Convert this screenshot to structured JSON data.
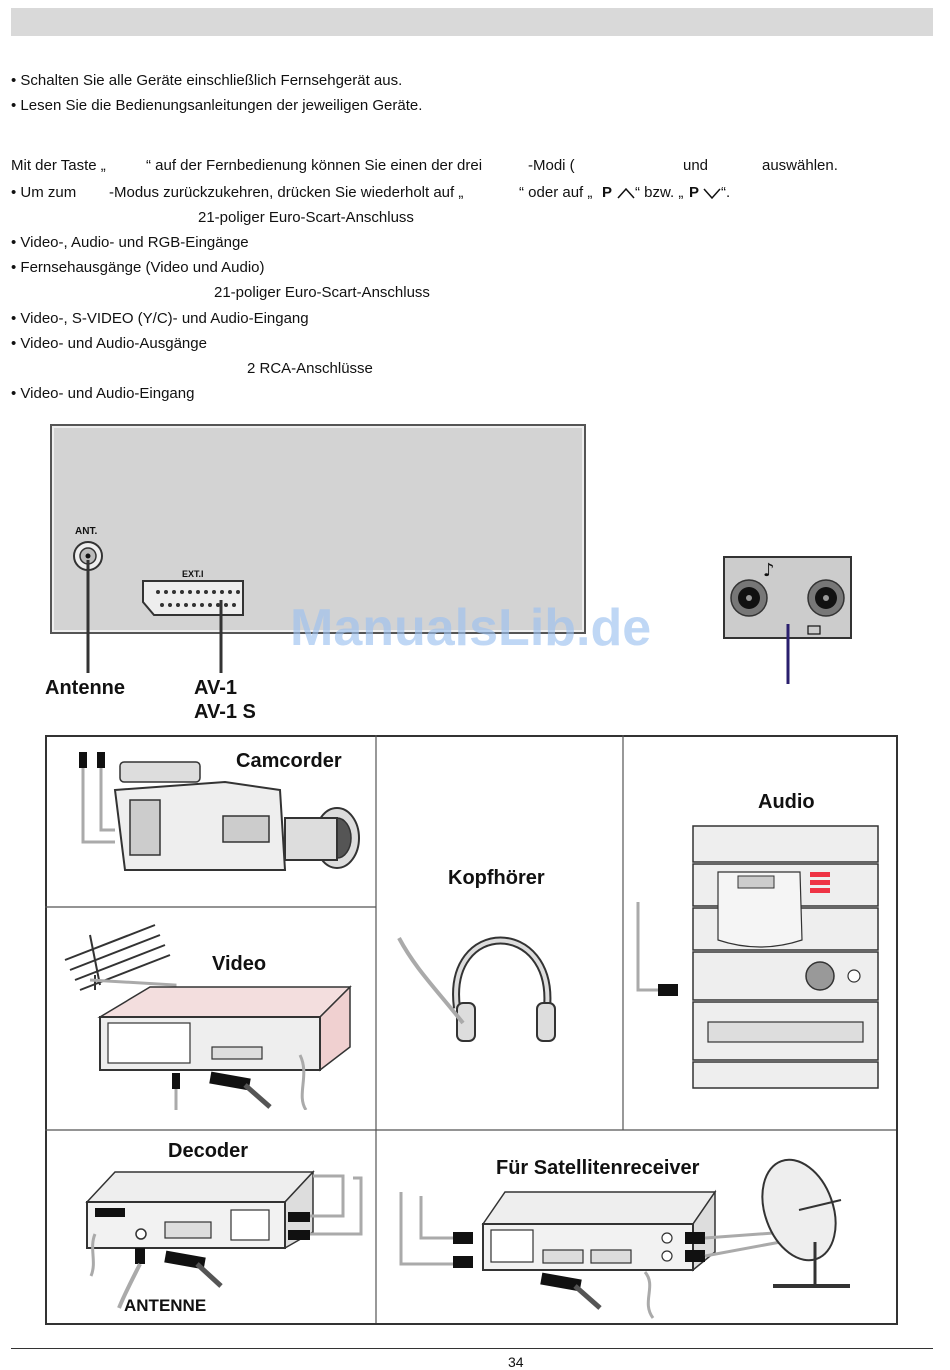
{
  "intro": {
    "line1": "• Schalten Sie alle Geräte einschließlich Fernsehgerät aus.",
    "line2": "• Lesen Sie die Bedienungsanleitungen der jeweiligen Geräte."
  },
  "av_modes": {
    "a1": "Mit der Taste „",
    "a2": "“ auf der Fernbedienung können Sie einen der drei",
    "a3": "-Modi (",
    "a4": "und",
    "a5": "auswählen.",
    "b1": "• Um zum",
    "b2": "-Modus zurückzukehren, drücken Sie wiederholt auf „",
    "b3": "“ oder auf „",
    "b4": "“ bzw. „",
    "b5": "“.",
    "p_symbol": "P"
  },
  "connectors": [
    {
      "heading": "21-poliger Euro-Scart-Anschluss",
      "items": [
        "• Video-, Audio- und RGB-Eingänge",
        "• Fernsehausgänge (Video und Audio)"
      ]
    },
    {
      "heading": "21-poliger Euro-Scart-Anschluss",
      "items": [
        "• Video-, S-VIDEO (Y/C)- und Audio-Eingang",
        "• Video- und Audio-Ausgänge"
      ]
    },
    {
      "heading": "2 RCA-Anschlüsse",
      "items": [
        "• Video- und Audio-Eingang"
      ]
    }
  ],
  "rear_panel": {
    "ant_label": "ANT.",
    "ext_label": "EXT.I",
    "antenne": "Antenne",
    "av1": "AV-1",
    "av1s": "AV-1 S"
  },
  "watermark": "ManualsLib.de",
  "devices": {
    "camcorder": "Camcorder",
    "video": "Video",
    "kopfhoerer": "Kopfhörer",
    "audio": "Audio",
    "decoder": "Decoder",
    "antenne_caps": "ANTENNE",
    "sat": "Für Satellitenreceiver"
  },
  "page_number": "34"
}
